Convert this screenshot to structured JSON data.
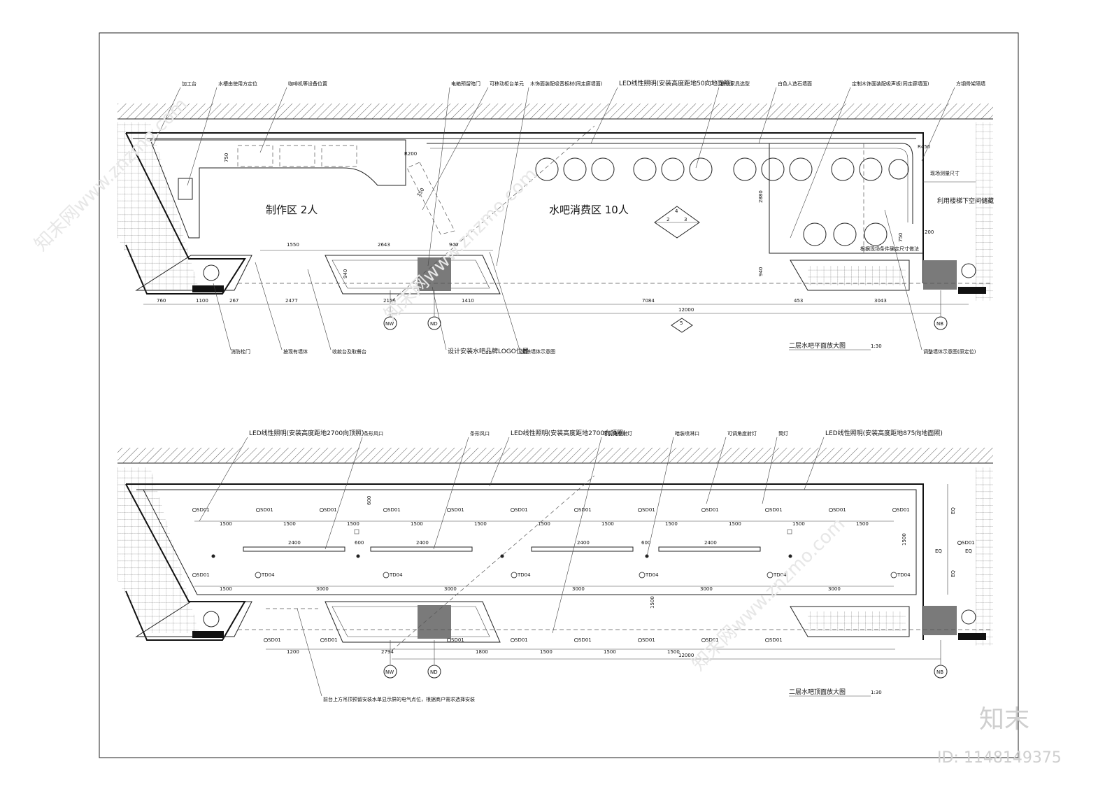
{
  "plan1": {
    "title": "二层水吧平面放大图",
    "scale": "1:30",
    "zone_make": "制作区  2人",
    "zone_bar": "水吧消费区  10人",
    "callouts_top": [
      "加工台",
      "水槽由使用方定位",
      "咖啡机等设备位置",
      "电箱预留暗门",
      "可移动柜台单元",
      "木饰面装配吸音板材(同走廊墙面)",
      "LED线性照明(安装高度距地50向地面照)",
      "移动家具选型",
      "白色人造石墙面",
      "定制木饰面装配吸声板(同走廊墙面)",
      "方钢骨架隔墙"
    ],
    "callouts_bottom": [
      "消防栓门",
      "按现有墙体",
      "收款台及取餐台",
      "设计安装水吧品牌LOGO位置",
      "拆除墙体示意图",
      "调整墙体示意图(原定位)"
    ],
    "dims_bottom": [
      "760",
      "1100",
      "267",
      "2477",
      "2156",
      "1410",
      "7084",
      "453",
      "3043"
    ],
    "dim_total": "12000",
    "dims_upper": [
      "1550",
      "2643",
      "940"
    ],
    "dims_misc": [
      "750",
      "R200",
      "750",
      "940",
      "2880",
      "750",
      "940",
      "R450",
      "200"
    ],
    "notes_right": [
      "现场测量尺寸",
      "利用楼梯下空间储藏",
      "根据现场条件确定尺寸做法"
    ],
    "grids": [
      "NW",
      "ND",
      "NB"
    ],
    "section_marks": [
      "2",
      "3",
      "4",
      "5"
    ]
  },
  "plan2": {
    "title": "二层水吧顶面放大图",
    "scale": "1:30",
    "callouts_top": [
      "LED线性照明(安装高度距地2700向顶照)",
      "条形风口",
      "条形风口",
      "LED线性照明(安装高度距地2700向顶照)",
      "可调角度射灯",
      "暗装喷淋口",
      "可调角度射灯",
      "筒灯",
      "LED线性照明(安装高度距地875向地面照)"
    ],
    "callout_bottom": "前台上方吊顶预留安装水单显示屏的电气点位，根据商户需求选择安装",
    "fixture_sd": "SD01",
    "fixture_td": "TD04",
    "dims_row1": [
      "1500",
      "1500",
      "1500",
      "1500",
      "1500",
      "1500",
      "1500",
      "1500",
      "1500",
      "1500",
      "1500"
    ],
    "dims_vent": [
      "2400",
      "600",
      "2400",
      "2400",
      "600",
      "2400"
    ],
    "dims_row2": [
      "1500",
      "3000",
      "3000",
      "3000",
      "3000",
      "3000"
    ],
    "dims_row3": [
      "1200",
      "2794",
      "1800",
      "1500",
      "1500",
      "1500"
    ],
    "dim_total": "12000",
    "dims_misc": [
      "600",
      "1500",
      "1500",
      "EQ",
      "EQ",
      "EQ",
      "EQ"
    ],
    "grids": [
      "NW",
      "ND",
      "NB"
    ]
  },
  "watermark": {
    "brand": "知末",
    "id": "ID: 1148149375",
    "site": "知末网www.znzmo.com"
  },
  "colors": {
    "line": "#222222",
    "fill_dark": "#7a7a7a",
    "paper": "#ffffff"
  }
}
